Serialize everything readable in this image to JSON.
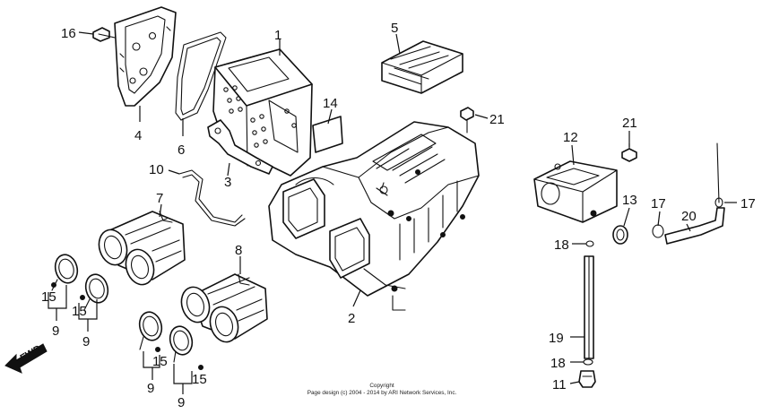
{
  "diagram": {
    "callouts": [
      {
        "id": "c1",
        "text": "1"
      },
      {
        "id": "c2",
        "text": "2"
      },
      {
        "id": "c3",
        "text": "3"
      },
      {
        "id": "c4",
        "text": "4"
      },
      {
        "id": "c5",
        "text": "5"
      },
      {
        "id": "c6",
        "text": "6"
      },
      {
        "id": "c7",
        "text": "7"
      },
      {
        "id": "c8",
        "text": "8"
      },
      {
        "id": "c9a",
        "text": "9"
      },
      {
        "id": "c9b",
        "text": "9"
      },
      {
        "id": "c9c",
        "text": "9"
      },
      {
        "id": "c9d",
        "text": "9"
      },
      {
        "id": "c10",
        "text": "10"
      },
      {
        "id": "c11",
        "text": "11"
      },
      {
        "id": "c12",
        "text": "12"
      },
      {
        "id": "c13",
        "text": "13"
      },
      {
        "id": "c14",
        "text": "14"
      },
      {
        "id": "c15a",
        "text": "15"
      },
      {
        "id": "c15b",
        "text": "15"
      },
      {
        "id": "c15c",
        "text": "15"
      },
      {
        "id": "c15d",
        "text": "15"
      },
      {
        "id": "c16",
        "text": "16"
      },
      {
        "id": "c17a",
        "text": "17"
      },
      {
        "id": "c17b",
        "text": "17"
      },
      {
        "id": "c18a",
        "text": "18"
      },
      {
        "id": "c18b",
        "text": "18"
      },
      {
        "id": "c19",
        "text": "19"
      },
      {
        "id": "c20",
        "text": "20"
      },
      {
        "id": "c21a",
        "text": "21"
      },
      {
        "id": "c21b",
        "text": "21"
      }
    ],
    "fwd_label": "FWD",
    "copyright_line1": "Copyright",
    "copyright_line2": "Page design (c) 2004 - 2014 by ARI Network Services, Inc."
  }
}
